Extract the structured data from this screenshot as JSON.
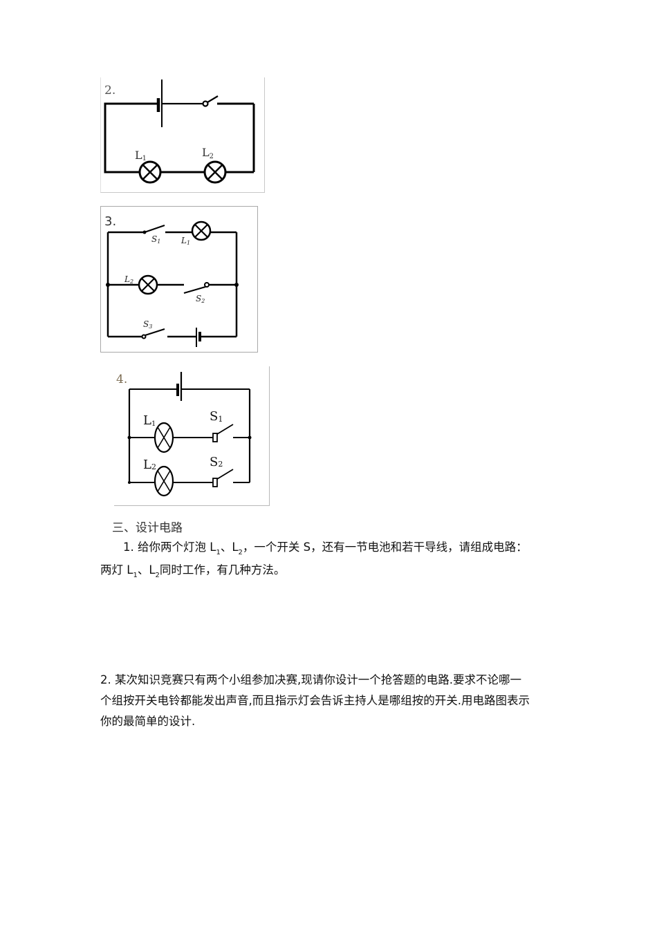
{
  "figures": [
    {
      "label": "2.",
      "description": "Series circuit: battery, switch, lamps L1 and L2",
      "components": {
        "lamp1": "L",
        "lamp1_sub": "1",
        "lamp2": "L",
        "lamp2_sub": "2"
      }
    },
    {
      "label": "3.",
      "description": "Three parallel branches: S1 with L1; L2 with S2; S3 with battery",
      "components": {
        "s1": "S",
        "s1_sub": "1",
        "l1": "L",
        "l1_sub": "1",
        "l2": "L",
        "l2_sub": "2",
        "s2": "S",
        "s2_sub": "2",
        "s3": "S",
        "s3_sub": "3"
      }
    },
    {
      "label": "4.",
      "description": "Battery on top; two parallel branches L1+S1 and L2+S2",
      "components": {
        "l1": "L",
        "l1_sub": "1",
        "s1": "S",
        "s1_sub": "1",
        "l2": "L",
        "l2_sub": "2",
        "s2": "S",
        "s2_sub": "2"
      }
    }
  ],
  "section": {
    "title": "三、设计电路"
  },
  "question1": {
    "p1_a": "1. 给你两个灯泡 L",
    "p1_sub1": "1",
    "p1_b": "、L",
    "p1_sub2": "2",
    "p1_c": "，一个开关 S，还有一节电池和若干导线，请组成电路：",
    "p2_a": "两灯 L",
    "p2_sub1": "1",
    "p2_b": "、L",
    "p2_sub2": "2",
    "p2_c": "同时工作，有几种方法。"
  },
  "question2": {
    "lines": [
      "2. 某次知识竞赛只有两个小组参加决赛,现请你设计一个抢答题的电路.要求不论哪一",
      "个组按开关电铃都能发出声音,而且指示灯会告诉主持人是哪组按的开关.用电路图表示",
      "你的最简单的设计."
    ]
  }
}
